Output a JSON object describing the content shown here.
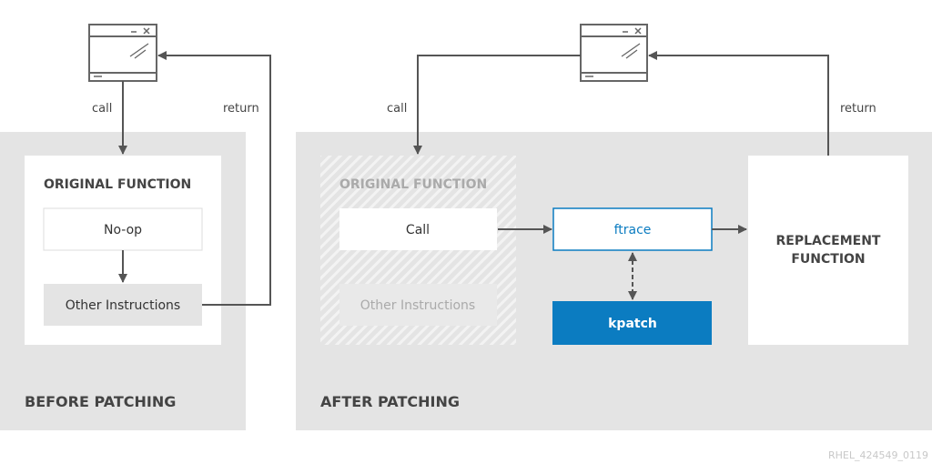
{
  "colors": {
    "panel": "#e4e4e4",
    "line": "#555555",
    "accent": "#0b7cc1",
    "faded": "#b5b5b5"
  },
  "before": {
    "panel_label": "BEFORE PATCHING",
    "call_label": "call",
    "return_label": "return",
    "function_title": "ORIGINAL FUNCTION",
    "noop": "No-op",
    "other": "Other Instructions"
  },
  "after": {
    "panel_label": "AFTER PATCHING",
    "call_label": "call",
    "return_label": "return",
    "function_title": "ORIGINAL FUNCTION",
    "call": "Call",
    "other": "Other Instructions",
    "ftrace": "ftrace",
    "kpatch": "kpatch",
    "replacement_line1": "REPLACEMENT",
    "replacement_line2": "FUNCTION"
  },
  "watermark": "RHEL_424549_0119"
}
